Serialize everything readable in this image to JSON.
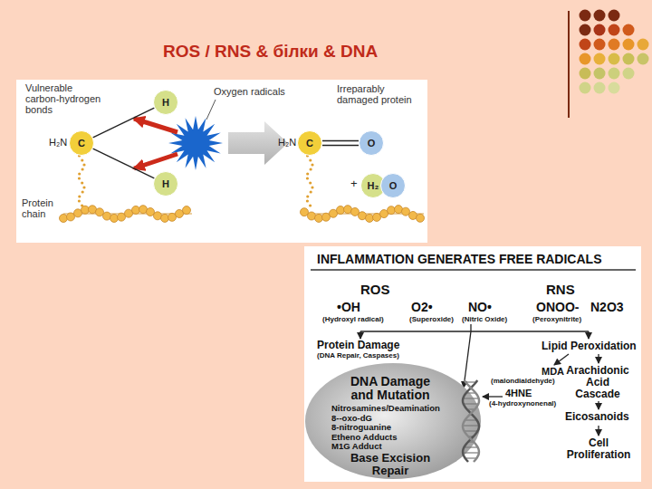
{
  "diagram": {
    "title": "ROS / RNS & білки & DNA",
    "nodes": [
      {
        "text": [
          "H"
        ]
      },
      {
        "text": [
          "C"
        ]
      },
      {
        "text": [
          "H"
        ]
      },
      {
        "text": [
          "C"
        ]
      },
      {
        "text": [
          "O"
        ]
      },
      {
        "text": [
          "H₂"
        ]
      },
      {
        "text": [
          "O"
        ]
      },
      {
        "text": [
          "DNA Damage and Mutation",
          "Nitrosamines/Deamination",
          "8--oxo-dG",
          "8-nitroguanine",
          "Etheno Adducts",
          "M1G Adduct",
          "Base Excision Repair"
        ]
      }
    ],
    "edges": [
      {
        "from": 1,
        "to": 0,
        "arrow": "none"
      },
      {
        "from": 1,
        "to": 2,
        "arrow": "none"
      },
      {
        "from": 3,
        "to": 4,
        "arrow": "none"
      }
    ],
    "labels": [
      "Vulnerable carbon-hydrogen bonds",
      "H₂N",
      "Oxygen radicals",
      "Protein chain",
      "Irreparably damaged protein",
      "H₂N",
      "+",
      "INFLAMMATION GENERATES FREE RADICALS",
      "ROS",
      "RNS",
      "•OH",
      "(Hydroxyl radical)",
      "O2•",
      "(Superoxide)",
      "NO•",
      "(Nitric Oxide)",
      "ONOO-",
      "(Peroxynitrite)",
      "N2O3",
      "Protein Damage",
      "(DNA Repair, Caspases)",
      "Lipid Peroxidation",
      "MDA",
      "(malondialdehyde)",
      "4HNE",
      "(4-hydroxynonenal)",
      "Arachidonic Acid Cascade",
      "Eicosanoids",
      "Cell Proliferation"
    ]
  }
}
